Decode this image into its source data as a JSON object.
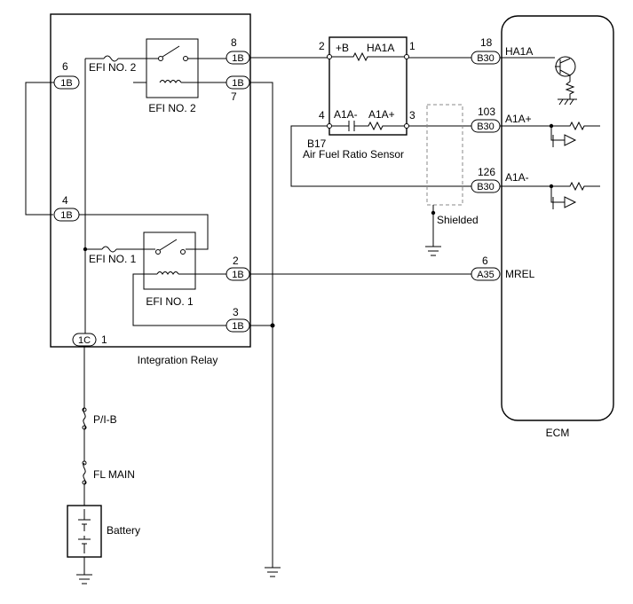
{
  "components": {
    "relay": {
      "label": "Integration Relay"
    },
    "ecm": {
      "label": "ECM"
    },
    "sensor": {
      "code": "B17",
      "name": "Air Fuel Ratio Sensor",
      "pin_b": "+B",
      "heater": "HA1A",
      "a1a_minus": "A1A-",
      "a1a_plus": "A1A+"
    },
    "efi2": {
      "label": "EFI NO. 2"
    },
    "efi1": {
      "label": "EFI NO. 1"
    },
    "fuse_efi2": {
      "label": "EFI NO. 2"
    },
    "fuse_efi1": {
      "label": "EFI NO. 1"
    },
    "fuse_pib": {
      "label": "P/I-B"
    },
    "fuse_flmain": {
      "label": "FL MAIN"
    },
    "battery": {
      "label": "Battery"
    },
    "shielded": {
      "label": "Shielded"
    }
  },
  "connectors": {
    "relay_8": {
      "code": "1B",
      "pin": "8"
    },
    "relay_7": {
      "code": "1B",
      "pin": "7"
    },
    "relay_6": {
      "code": "1B",
      "pin": "6"
    },
    "relay_4": {
      "code": "1B",
      "pin": "4"
    },
    "relay_2": {
      "code": "1B",
      "pin": "2"
    },
    "relay_3": {
      "code": "1B",
      "pin": "3"
    },
    "relay_1": {
      "code": "1C",
      "pin": "1"
    },
    "ecm_18": {
      "code": "B30",
      "pin": "18",
      "signal": "HA1A"
    },
    "ecm_103": {
      "code": "B30",
      "pin": "103",
      "signal": "A1A+"
    },
    "ecm_126": {
      "code": "B30",
      "pin": "126",
      "signal": "A1A-"
    },
    "ecm_6": {
      "code": "A35",
      "pin": "6",
      "signal": "MREL"
    }
  },
  "sensor_pins": {
    "p2": "2",
    "p1": "1",
    "p4": "4",
    "p3": "3"
  }
}
